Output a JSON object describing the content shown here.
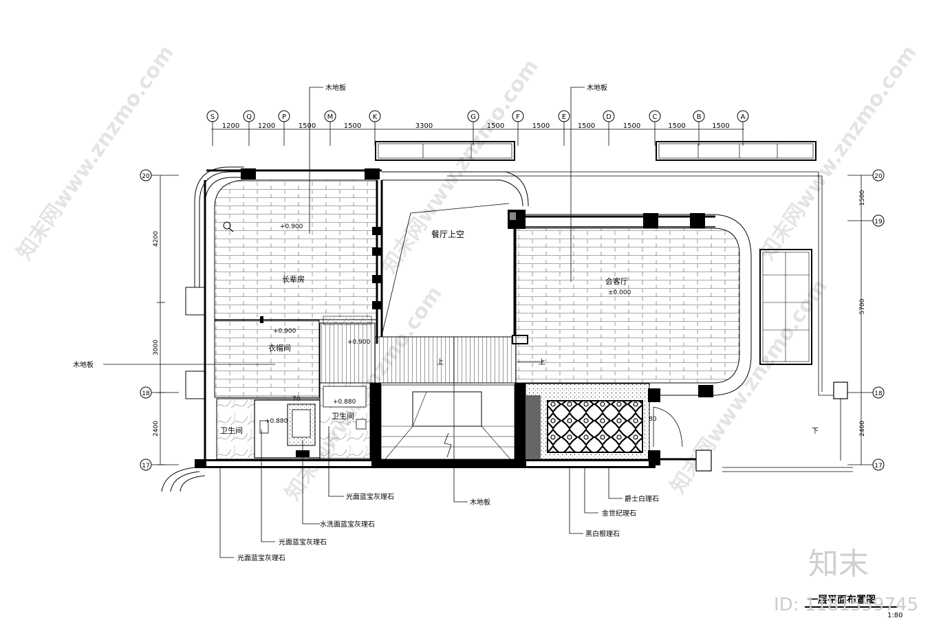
{
  "axis_columns": [
    "S",
    "Q",
    "P",
    "M",
    "K",
    "G",
    "F",
    "E",
    "D",
    "C",
    "B",
    "A"
  ],
  "column_spacings": [
    "1200",
    "1200",
    "1500",
    "1500",
    "3300",
    "1500",
    "1500",
    "1500",
    "1500",
    "1500",
    "1500"
  ],
  "axis_rows": [
    "20",
    "19",
    "18",
    "17"
  ],
  "left_row_spacings": [
    "4200",
    "3000",
    "2400"
  ],
  "right_row_spacings": [
    "1500",
    "5700",
    "2400"
  ],
  "rooms": {
    "study": "长辈房",
    "study_level": "+0.900",
    "cloak": "衣帽间",
    "cloak_level": "+0.900",
    "stair_level": "+0.900",
    "dining_void": "餐厅上空",
    "living": "会客厅",
    "living_level": "±0.000",
    "bath_left": "卫生间",
    "bath_left_level": "+0.880",
    "bath_right": "卫生间",
    "bath_right_level": "+0.880",
    "dim_70": "70",
    "dim_80": "80",
    "up_1": "上",
    "up_2": "上",
    "down": "下"
  },
  "callouts": {
    "top_left": "木地板",
    "top_right": "木地板",
    "left": "木地板",
    "c1": "光面蓝宝灰理石",
    "c2": "木地板",
    "c3": "爵士白理石",
    "c4": "水洗面蓝宝灰理石",
    "c5": "金世纪理石",
    "c6": "光面蓝宝灰理石",
    "c7": "黑白根理石",
    "c8": "光面蓝宝灰理石"
  },
  "drawing_title": "一层平面布置图",
  "scale": "1:80",
  "brand_logo": "知末",
  "id_label": "ID: 1181559745"
}
